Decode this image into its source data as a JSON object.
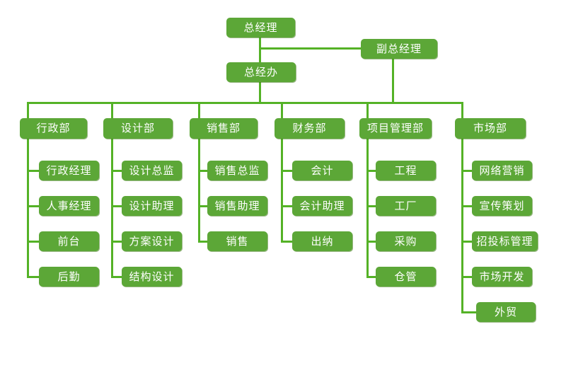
{
  "colors": {
    "node_fill": "#5ca737",
    "connector_line": "#54b226",
    "node_text": "#ffffff",
    "background": "#ffffff"
  },
  "org": {
    "root": {
      "label": "总经理"
    },
    "deputy": {
      "label": "副总经理"
    },
    "office": {
      "label": "总经办"
    },
    "departments": [
      {
        "label": "行政部",
        "children": [
          {
            "label": "行政经理"
          },
          {
            "label": "人事经理"
          },
          {
            "label": "前台"
          },
          {
            "label": "后勤"
          }
        ]
      },
      {
        "label": "设计部",
        "children": [
          {
            "label": "设计总监"
          },
          {
            "label": "设计助理"
          },
          {
            "label": "方案设计"
          },
          {
            "label": "结构设计"
          }
        ]
      },
      {
        "label": "销售部",
        "children": [
          {
            "label": "销售总监"
          },
          {
            "label": "销售助理"
          },
          {
            "label": "销售"
          }
        ]
      },
      {
        "label": "财务部",
        "children": [
          {
            "label": "会计"
          },
          {
            "label": "会计助理"
          },
          {
            "label": "出纳"
          }
        ]
      },
      {
        "label": "项目管理部",
        "children": [
          {
            "label": "工程"
          },
          {
            "label": "工厂"
          },
          {
            "label": "采购"
          },
          {
            "label": "仓管"
          }
        ]
      },
      {
        "label": "市场部",
        "children": [
          {
            "label": "网络营销"
          },
          {
            "label": "宣传策划"
          },
          {
            "label": "招投标管理"
          },
          {
            "label": "市场开发"
          },
          {
            "label": "外贸"
          }
        ]
      }
    ]
  }
}
